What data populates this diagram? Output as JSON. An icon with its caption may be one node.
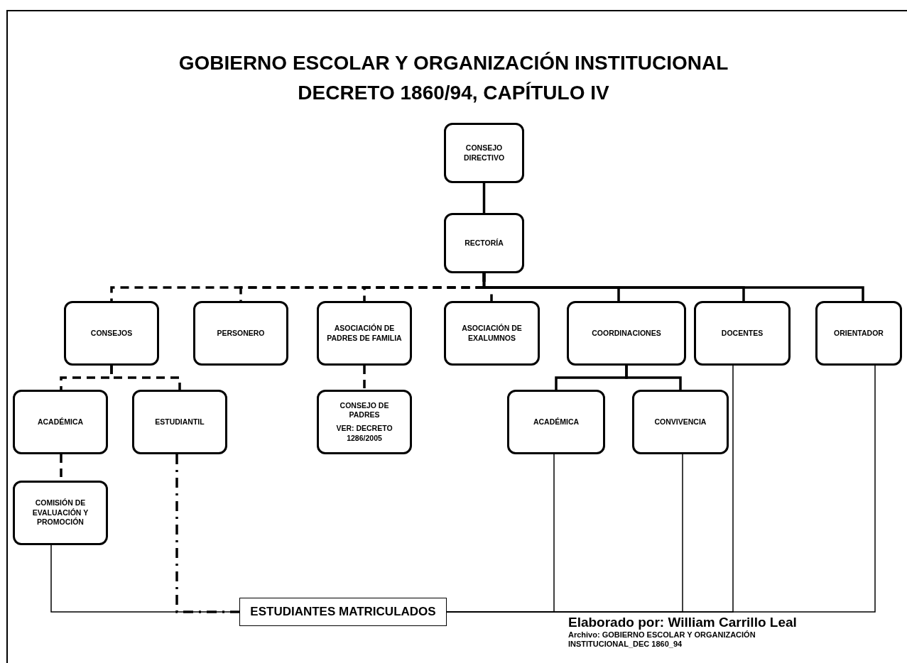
{
  "diagram": {
    "title": "GOBIERNO ESCOLAR Y ORGANIZACIÓN INSTITUCIONAL DECRETO 1860/94, CAPÍTULO IV",
    "nodes": [
      {
        "text": [
          "CONSEJO DIRECTIVO"
        ]
      },
      {
        "text": [
          "RECTORÍA"
        ]
      },
      {
        "text": [
          "CONSEJOS"
        ]
      },
      {
        "text": [
          "PERSONERO"
        ]
      },
      {
        "text": [
          "ASOCIACIÓN DE PADRES DE FAMILIA"
        ]
      },
      {
        "text": [
          "ASOCIACIÓN DE EXALUMNOS"
        ]
      },
      {
        "text": [
          "COORDINACIONES"
        ]
      },
      {
        "text": [
          "DOCENTES"
        ]
      },
      {
        "text": [
          "ORIENTADOR"
        ]
      },
      {
        "text": [
          "ACADÉMICA"
        ]
      },
      {
        "text": [
          "ESTUDIANTIL"
        ]
      },
      {
        "text": [
          "CONSEJO DE PADRES",
          "VER: DECRETO 1286/2005"
        ]
      },
      {
        "text": [
          "ACADÉMICA"
        ]
      },
      {
        "text": [
          "CONVIVENCIA"
        ]
      },
      {
        "text": [
          "COMISIÓN DE EVALUACIÓN Y PROMOCIÓN"
        ]
      },
      {
        "text": [
          "ESTUDIANTES MATRICULADOS"
        ]
      }
    ],
    "edges": [
      {
        "from": 0,
        "to": 1,
        "arrow": "none"
      },
      {
        "from": 1,
        "to": 2,
        "arrow": "none",
        "style": "dashed"
      },
      {
        "from": 1,
        "to": 3,
        "arrow": "none",
        "style": "dashed"
      },
      {
        "from": 1,
        "to": 4,
        "arrow": "none",
        "style": "dashed"
      },
      {
        "from": 1,
        "to": 5,
        "arrow": "none",
        "style": "dashed"
      },
      {
        "from": 1,
        "to": 6,
        "arrow": "none"
      },
      {
        "from": 1,
        "to": 7,
        "arrow": "none"
      },
      {
        "from": 1,
        "to": 8,
        "arrow": "none"
      },
      {
        "from": 2,
        "to": 9,
        "arrow": "none",
        "style": "dashed"
      },
      {
        "from": 2,
        "to": 10,
        "arrow": "none",
        "style": "dashed"
      },
      {
        "from": 4,
        "to": 11,
        "arrow": "none",
        "style": "dashed"
      },
      {
        "from": 6,
        "to": 12,
        "arrow": "none"
      },
      {
        "from": 6,
        "to": 13,
        "arrow": "none"
      },
      {
        "from": 9,
        "to": 14,
        "arrow": "none",
        "style": "dashed"
      },
      {
        "from": 14,
        "to": 15,
        "arrow": "none"
      },
      {
        "from": 10,
        "to": 15,
        "arrow": "none",
        "style": "dashed"
      },
      {
        "from": 12,
        "to": 15,
        "arrow": "none"
      },
      {
        "from": 13,
        "to": 15,
        "arrow": "none"
      },
      {
        "from": 7,
        "to": 15,
        "arrow": "none"
      },
      {
        "from": 8,
        "to": 15,
        "arrow": "none"
      }
    ],
    "labels": [
      "Elaborado por: William Carrillo Leal",
      "Archivo: GOBIERNO ESCOLAR Y ORGANIZACIÓN INSTITUCIONAL_DEC 1860_94"
    ]
  }
}
